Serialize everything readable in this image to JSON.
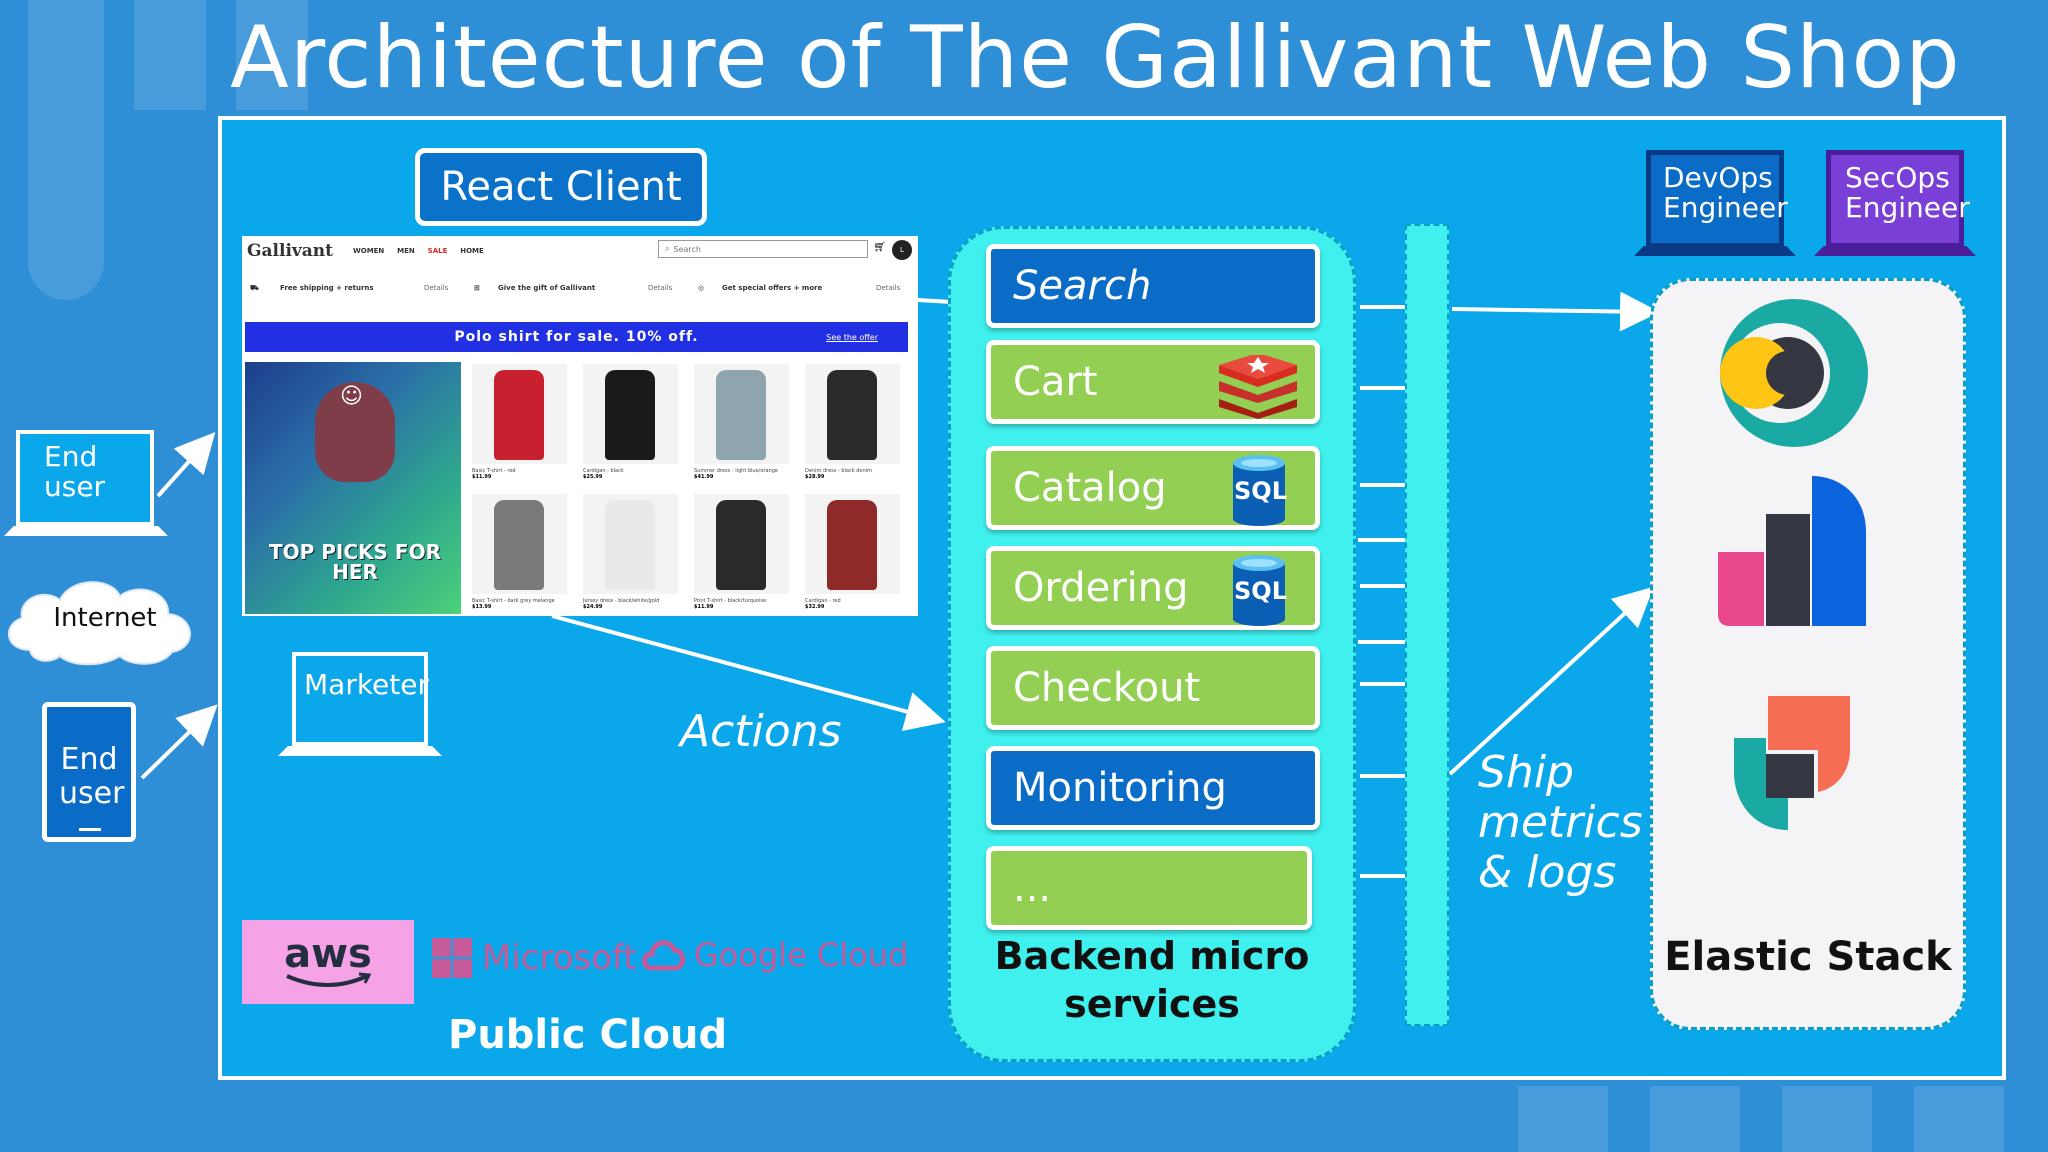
{
  "title": "Architecture of The Gallivant Web Shop",
  "react_client": "React Client",
  "storefront": {
    "brand": "Gallivant",
    "nav_links": [
      "WOMEN",
      "MEN",
      "SALE",
      "HOME"
    ],
    "search_placeholder": "Search",
    "avatar": "L",
    "promos": [
      "Free shipping + returns",
      "Give the gift of Gallivant",
      "Get special offers + more"
    ],
    "promo_details": [
      "Details",
      "Details",
      "Details"
    ],
    "banner": "Polo shirt for sale. 10% off.",
    "banner_link": "See the offer",
    "hero_text": "TOP PICKS FOR HER",
    "products": [
      {
        "name": "Basic T-shirt - red",
        "price": "$11.99",
        "color": "#c8202e"
      },
      {
        "name": "Cardigan - black",
        "price": "$25.99",
        "color": "#1a1a1a"
      },
      {
        "name": "Summer dress - light blue/orange",
        "price": "$41.99",
        "color": "#8fa5ad"
      },
      {
        "name": "Denim dress - black denim",
        "price": "$28.99",
        "color": "#2b2b2b"
      },
      {
        "name": "Basic T-shirt - dark grey melange",
        "price": "$13.99",
        "color": "#7a7a7a"
      },
      {
        "name": "Jersey dress - black/white/gold",
        "price": "$24.99",
        "color": "#e9e9e9"
      },
      {
        "name": "Print T-shirt - black/turquoise",
        "price": "$11.99",
        "color": "#2a2a2a"
      },
      {
        "name": "Cardigan - red",
        "price": "$32.99",
        "color": "#8e2a2a"
      }
    ]
  },
  "actors": {
    "end_user_laptop": "End user",
    "internet": "Internet",
    "end_user_tablet": "End user",
    "marketer": "Marketer",
    "devops": "DevOps Engineer",
    "secops": "SecOps Engineer"
  },
  "actions_label": "Actions",
  "services": [
    {
      "name": "Search",
      "style": "blue"
    },
    {
      "name": "Cart",
      "style": "green",
      "badge": "redis"
    },
    {
      "name": "Catalog",
      "style": "green",
      "badge": "SQL"
    },
    {
      "name": "Ordering",
      "style": "green",
      "badge": "SQL"
    },
    {
      "name": "Checkout",
      "style": "green"
    },
    {
      "name": "Monitoring",
      "style": "blue"
    },
    {
      "name": "...",
      "style": "green"
    }
  ],
  "backend_label": "Backend micro services",
  "ship_label": [
    "Ship",
    "metrics",
    "& logs"
  ],
  "elastic_label": "Elastic Stack",
  "public_cloud": {
    "aws": "aws",
    "microsoft": "Microsoft",
    "google": "Google Cloud",
    "label": "Public Cloud"
  },
  "icons": [
    "laptop-icon",
    "tablet-icon",
    "cloud-icon",
    "redis-icon",
    "sql-database-icon",
    "elastic-logo",
    "kibana-logo",
    "logstash-logo",
    "aws-logo",
    "microsoft-logo",
    "google-cloud-logo"
  ],
  "colors": {
    "background": "#2f8fd6",
    "panel": "#0aa7ea",
    "service_blue": "#0a6cc7",
    "service_green": "#92cf52",
    "backend_fill": "#3ff0ee",
    "devops": "#0a6cc7",
    "secops": "#7a3fd6"
  }
}
